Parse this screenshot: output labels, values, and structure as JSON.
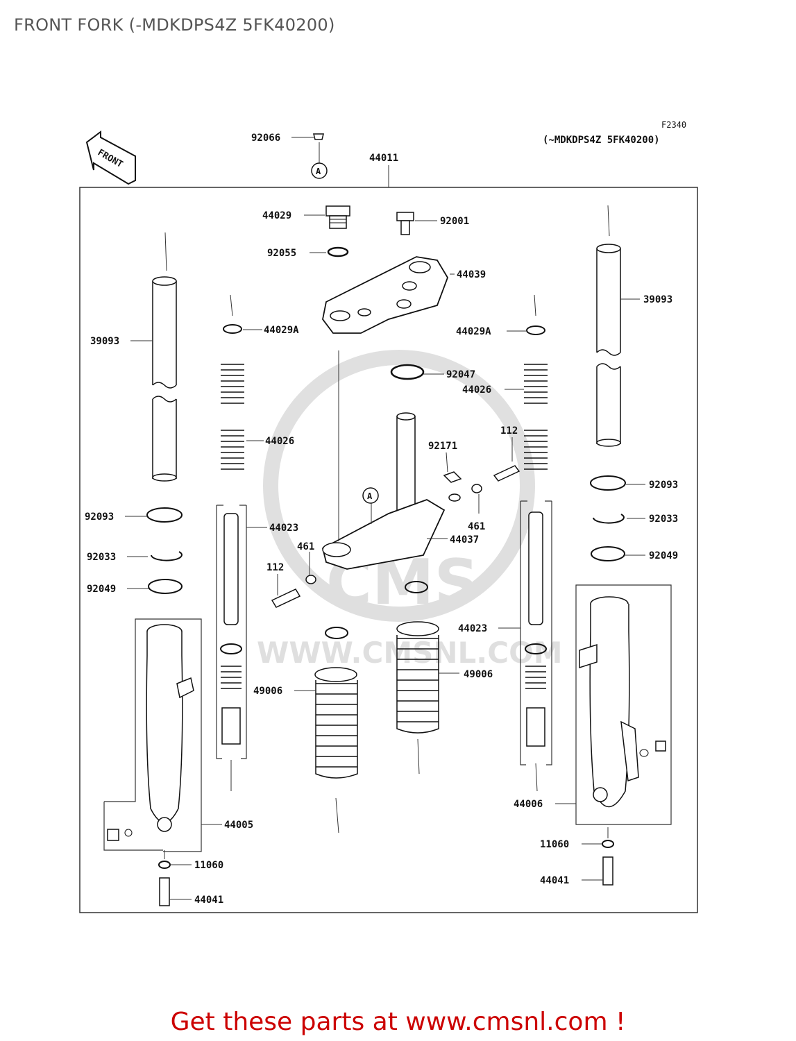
{
  "page": {
    "title": "FRONT FORK (-MDKDPS4Z 5FK40200)"
  },
  "diagram": {
    "code": "F2340",
    "applicability": "(~MDKDPS4Z 5FK40200)",
    "front_arrow_label": "FRONT",
    "ref_marker": "A",
    "watermark_url": "WWW.CMSNL.COM",
    "watermark_brand": "CMS",
    "labels": {
      "p92066": "92066",
      "p44011": "44011",
      "p44029": "44029",
      "p92001": "92001",
      "p92055": "92055",
      "p44039": "44039",
      "p39093_left": "39093",
      "p39093_right": "39093",
      "p44029A_left": "44029A",
      "p44029A_right": "44029A",
      "p92047": "92047",
      "p44026_right": "44026",
      "p44026_left": "44026",
      "p92171": "92171",
      "p112_right": "112",
      "p92093_right": "92093",
      "p92093_left": "92093",
      "p461_right": "461",
      "p44037": "44037",
      "p44023_left": "44023",
      "p461_left": "461",
      "p112_left": "112",
      "p92033_right": "92033",
      "p92033_left": "92033",
      "p92049_right": "92049",
      "p92049_left": "92049",
      "p44023_right": "44023",
      "p49006_right": "49006",
      "p49006_left": "49006",
      "p44005": "44005",
      "p44006": "44006",
      "p11060_right": "11060",
      "p11060_left": "11060",
      "p44041_right": "44041",
      "p44041_left": "44041"
    }
  },
  "footer": {
    "text": "Get these parts at www.cmsnl.com !"
  }
}
